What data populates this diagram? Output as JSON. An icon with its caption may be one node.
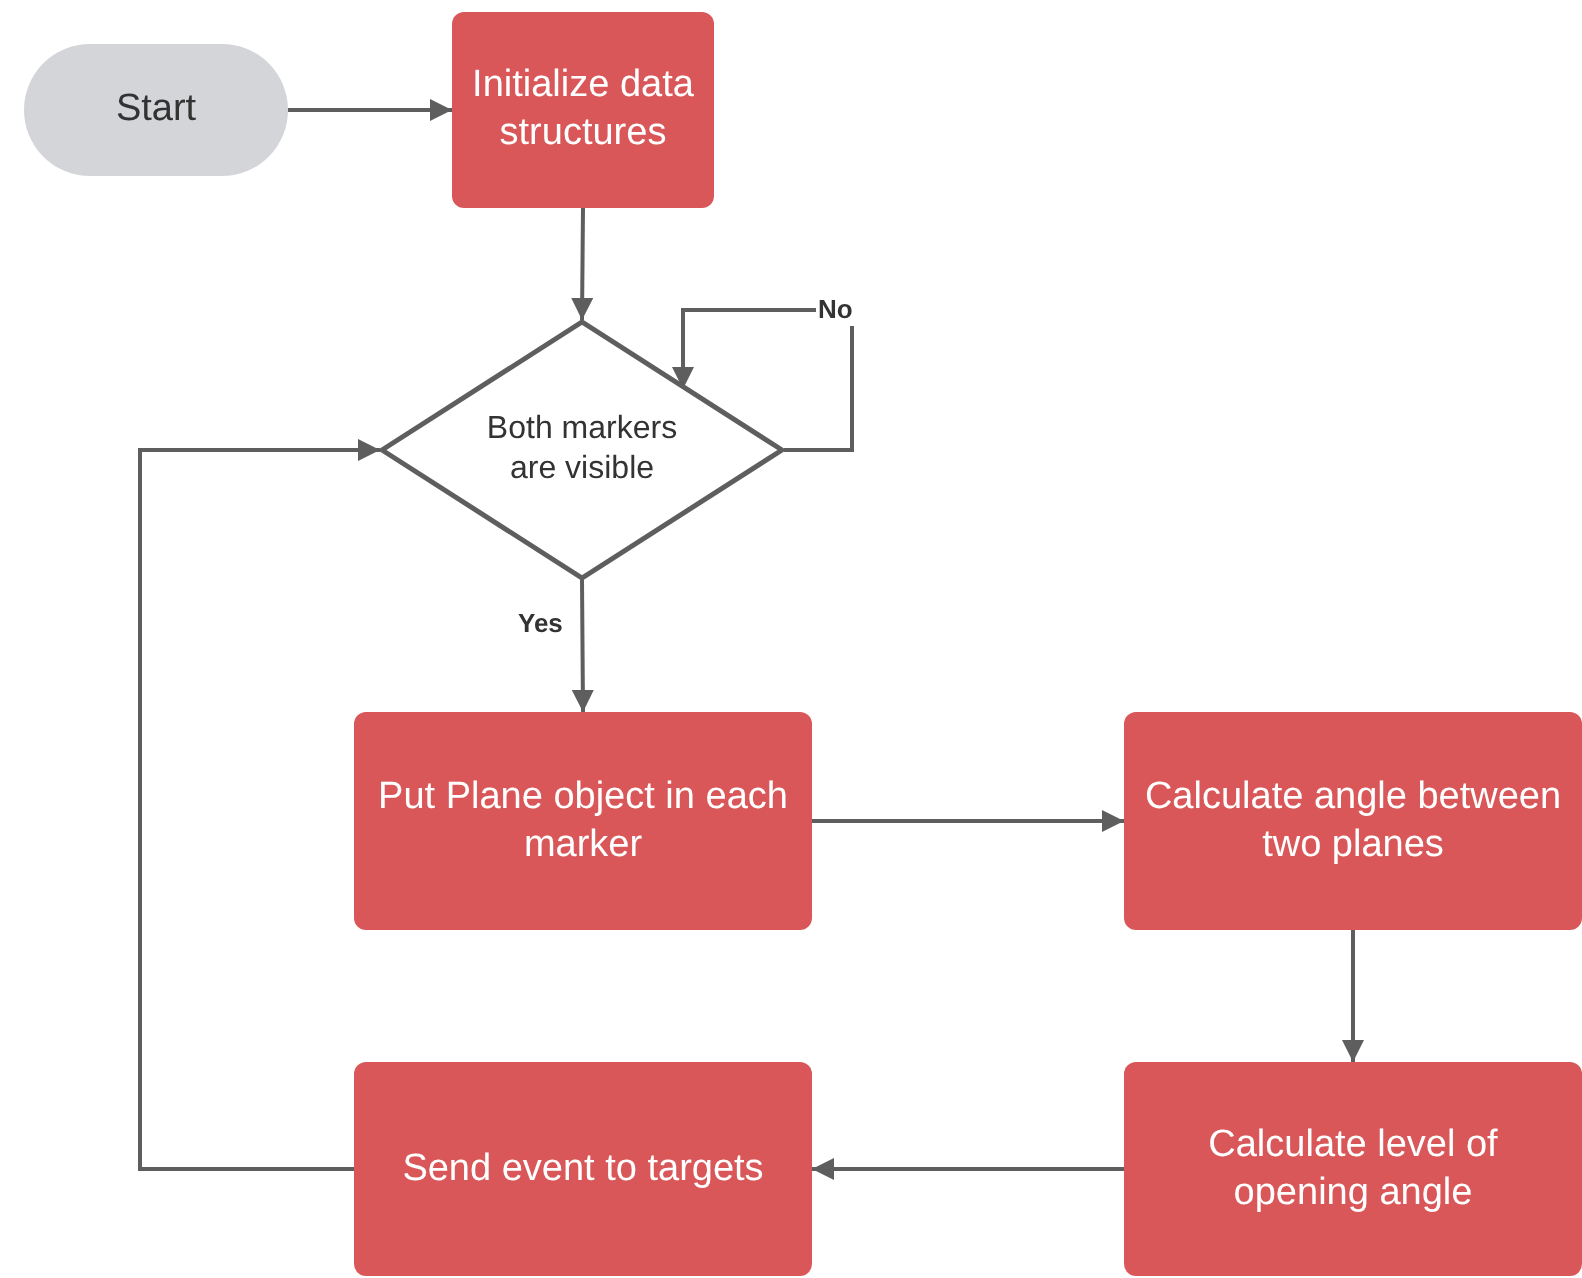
{
  "diagram": {
    "nodes": [
      {
        "text": [
          "Start"
        ]
      },
      {
        "text": [
          "Initialize data structures"
        ]
      },
      {
        "text": [
          "Both markers are visible"
        ]
      },
      {
        "text": [
          "Put Plane object in each marker"
        ]
      },
      {
        "text": [
          "Calculate angle between two planes"
        ]
      },
      {
        "text": [
          "Calculate level of opening angle"
        ]
      },
      {
        "text": [
          "Send event to targets"
        ]
      }
    ],
    "edges": [
      {
        "from": 0,
        "to": 1,
        "arrow": "to"
      },
      {
        "from": 1,
        "to": 2,
        "arrow": "to"
      },
      {
        "from": 2,
        "to": 2,
        "arrow": "to",
        "label": "No"
      },
      {
        "from": 2,
        "to": 3,
        "arrow": "to",
        "label": "Yes"
      },
      {
        "from": 3,
        "to": 4,
        "arrow": "to"
      },
      {
        "from": 4,
        "to": 5,
        "arrow": "to"
      },
      {
        "from": 5,
        "to": 6,
        "arrow": "to"
      },
      {
        "from": 6,
        "to": 2,
        "arrow": "to"
      }
    ]
  }
}
